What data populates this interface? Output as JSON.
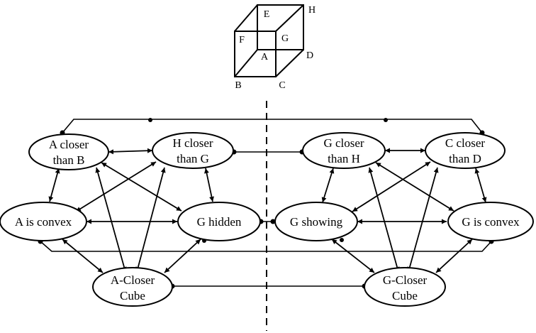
{
  "cube": {
    "labels": {
      "E": "E",
      "H": "H",
      "F": "F",
      "G": "G",
      "A": "A",
      "D": "D",
      "B": "B",
      "C": "C"
    }
  },
  "nodes": {
    "a_closer_b": {
      "line1": "A closer",
      "line2": "than B"
    },
    "h_closer_g": {
      "line1": "H closer",
      "line2": "than G"
    },
    "g_closer_h": {
      "line1": "G closer",
      "line2": "than H"
    },
    "c_closer_d": {
      "line1": "C closer",
      "line2": "than D"
    },
    "a_convex": {
      "line1": "A is convex"
    },
    "g_hidden": {
      "line1": "G hidden"
    },
    "g_showing": {
      "line1": "G showing"
    },
    "g_convex": {
      "line1": "G is convex"
    },
    "a_cube": {
      "line1": "A-Closer",
      "line2": "Cube"
    },
    "g_cube": {
      "line1": "G-Closer",
      "line2": "Cube"
    }
  }
}
